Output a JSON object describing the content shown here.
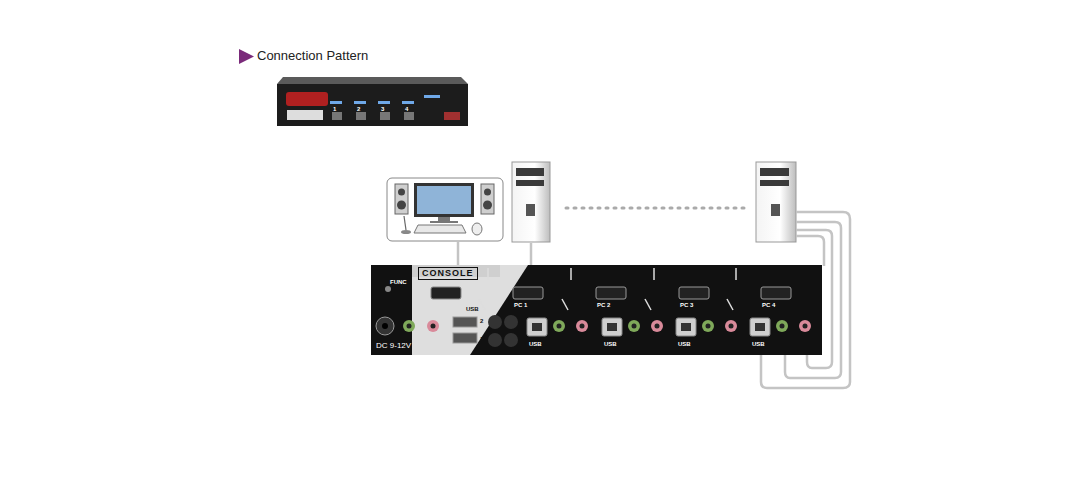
{
  "diagram": {
    "title": "Connection Pattern",
    "labels": [
      "1",
      "2",
      "3",
      "4",
      "FUNC",
      "CONSOLE",
      "USB",
      "2",
      "1",
      "DC 9-12V",
      "PC 1",
      "PC 2",
      "PC 3",
      "PC 4",
      "USB",
      "USB",
      "USB",
      "USB"
    ]
  }
}
